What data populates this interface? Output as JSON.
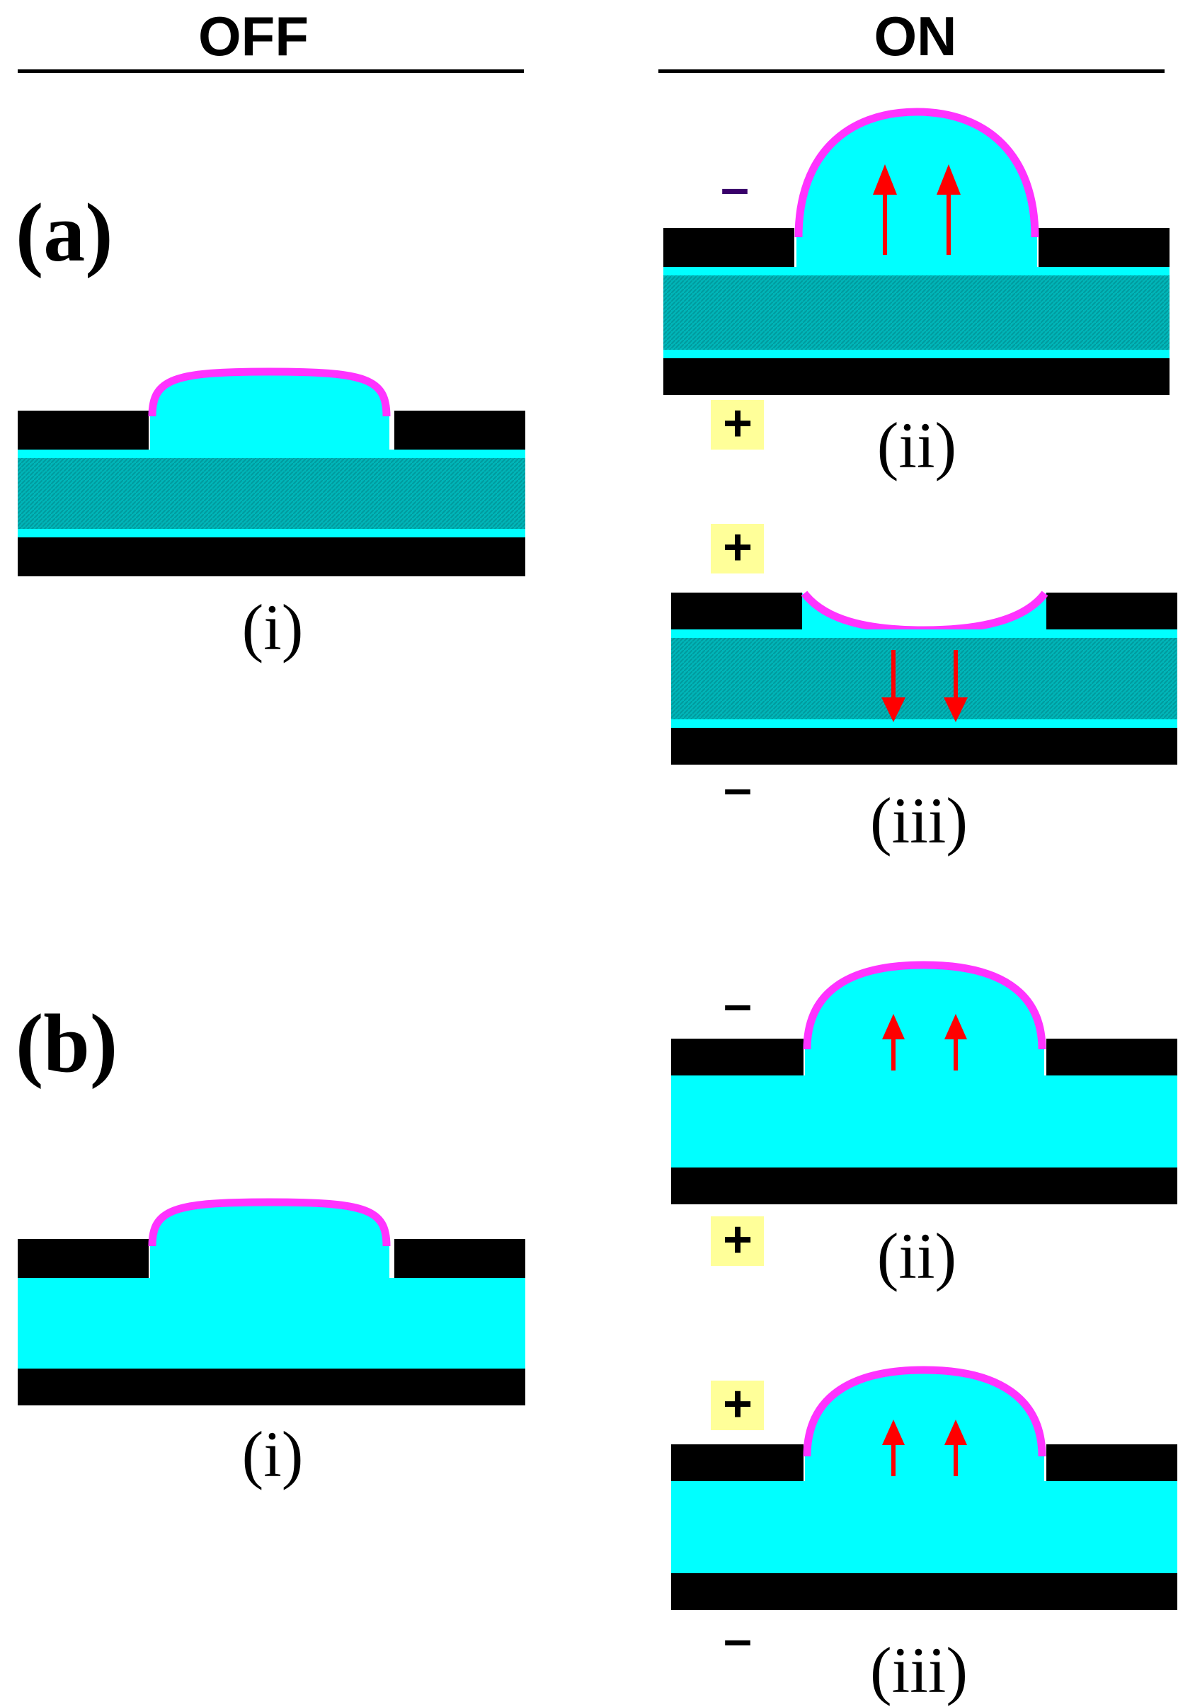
{
  "headers": {
    "off": "OFF",
    "on": "ON"
  },
  "panels": {
    "a": {
      "label": "(a)",
      "off_i": {
        "label": "(i)"
      },
      "on_ii": {
        "label": "(ii)",
        "top_sign": "–",
        "bottom_sign": "+"
      },
      "on_iii": {
        "label": "(iii)",
        "top_sign": "+",
        "bottom_sign": "–"
      }
    },
    "b": {
      "label": "(b)",
      "off_i": {
        "label": "(i)"
      },
      "on_ii": {
        "label": "(ii)",
        "top_sign": "–",
        "bottom_sign": "+"
      },
      "on_iii": {
        "label": "(iii)",
        "top_sign": "+",
        "bottom_sign": "–"
      }
    }
  },
  "colors": {
    "electrode": "#000000",
    "fluid": "#00ffff",
    "piezo_layer": "#00b5b8",
    "membrane": "#ff33ff",
    "arrow": "#ff0000",
    "plus_highlight": "#ffff99",
    "minus_a_ii": "#3a006b"
  },
  "icons": {
    "arrow": "red-arrow-icon",
    "plus": "plus-sign-icon",
    "minus": "minus-sign-icon"
  }
}
